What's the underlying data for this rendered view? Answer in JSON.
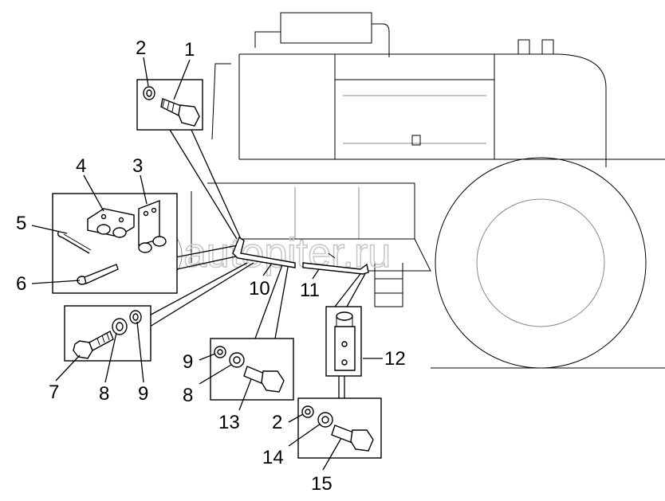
{
  "watermark": "autopiter.ru",
  "callouts": [
    {
      "id": "callout-1",
      "text": "1"
    },
    {
      "id": "callout-2a",
      "text": "2"
    },
    {
      "id": "callout-3",
      "text": "3"
    },
    {
      "id": "callout-4",
      "text": "4"
    },
    {
      "id": "callout-5",
      "text": "5"
    },
    {
      "id": "callout-6",
      "text": "6"
    },
    {
      "id": "callout-7",
      "text": "7"
    },
    {
      "id": "callout-8a",
      "text": "8"
    },
    {
      "id": "callout-9a",
      "text": "9"
    },
    {
      "id": "callout-10",
      "text": "10"
    },
    {
      "id": "callout-11",
      "text": "11"
    },
    {
      "id": "callout-9b",
      "text": "9"
    },
    {
      "id": "callout-8b",
      "text": "8"
    },
    {
      "id": "callout-13",
      "text": "13"
    },
    {
      "id": "callout-12",
      "text": "12"
    },
    {
      "id": "callout-2b",
      "text": "2"
    },
    {
      "id": "callout-14",
      "text": "14"
    },
    {
      "id": "callout-15",
      "text": "15"
    }
  ]
}
